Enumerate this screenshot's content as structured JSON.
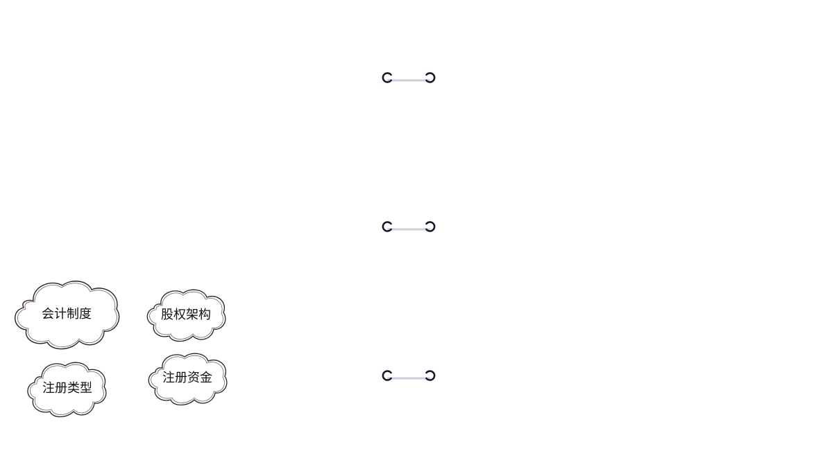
{
  "clouds": {
    "accounting": {
      "label": "会计制度"
    },
    "equity": {
      "label": "股权架构"
    },
    "registration_type": {
      "label": "注册类型"
    },
    "registered_capital": {
      "label": "注册资金"
    }
  },
  "colors": {
    "ring_stroke": "#121a2c",
    "ring_bar": "#c8cad6",
    "cloud_stroke": "#2a201c",
    "text": "#111111"
  }
}
